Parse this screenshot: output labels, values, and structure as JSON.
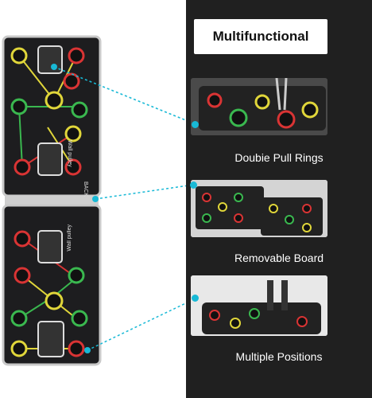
{
  "title": "Multifunctional",
  "captions": [
    "Doubie Pull Rings",
    "Removable  Board",
    "Multiple Positions"
  ],
  "board_labels": {
    "wall_pulley": "Wall pulley",
    "back": "BACK"
  },
  "colors": {
    "panel": "#202020",
    "accent_line": "#18b9d6"
  }
}
